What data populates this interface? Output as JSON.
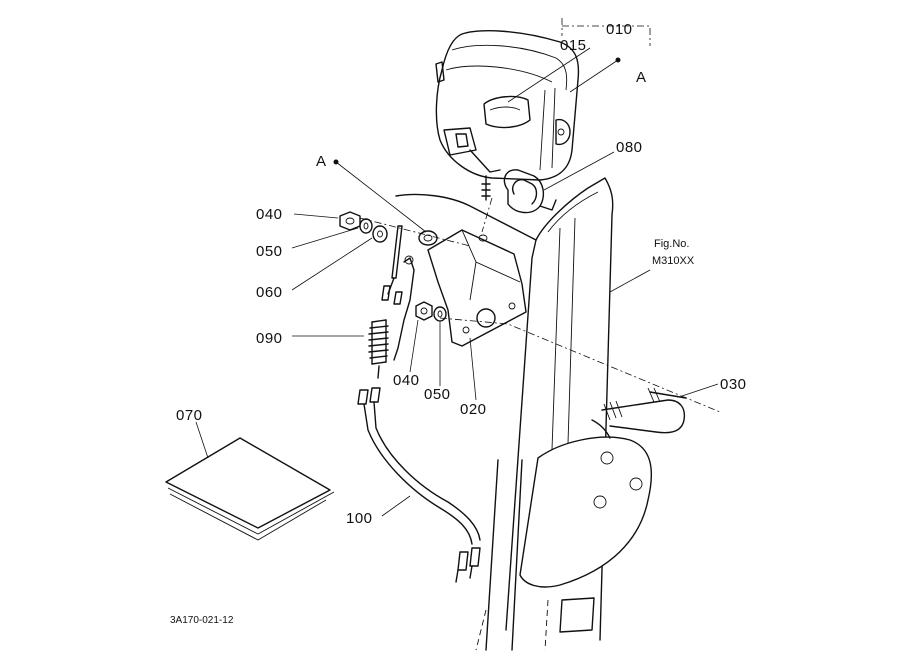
{
  "diagram": {
    "fig_label": "Fig.No.",
    "fig_number": "M310XX",
    "drawing_code": "3A170-021-12",
    "parts": {
      "p010": "010",
      "p015": "015",
      "p020": "020",
      "p030": "030",
      "p040a": "040",
      "p040b": "040",
      "p050a": "050",
      "p050b": "050",
      "p060": "060",
      "p070": "070",
      "p080": "080",
      "p090": "090",
      "p100": "100"
    },
    "view_markers": {
      "top": "A",
      "left": "A"
    }
  }
}
